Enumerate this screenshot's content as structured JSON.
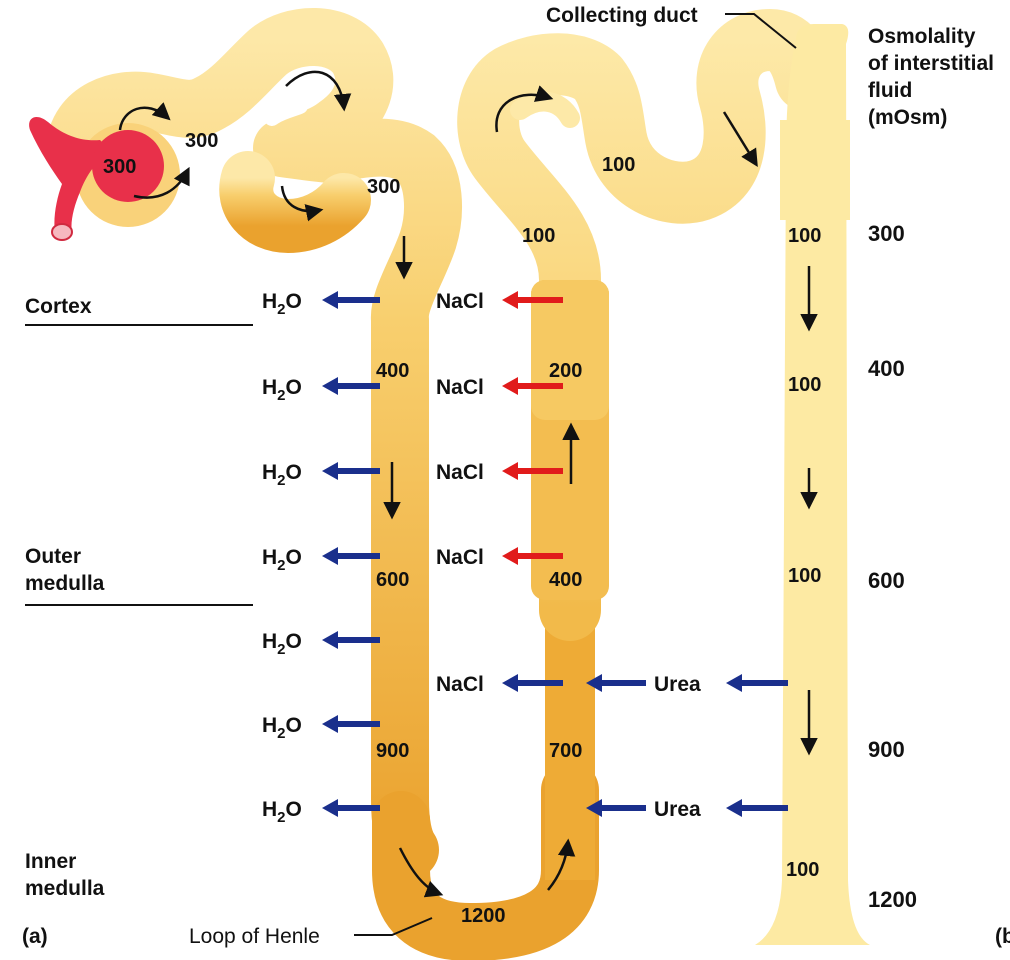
{
  "colors": {
    "tubule_light": "#fde59a",
    "tubule_dark": "#eaa22e",
    "duct": "#fdeaa3",
    "glomerulus": "#e8304a",
    "water_arrow": "#1a2f8c",
    "nacl_arrow": "#e11b1b"
  },
  "regions": {
    "cortex": "Cortex",
    "outer_medulla": [
      "Outer",
      "medulla"
    ],
    "inner_medulla": [
      "Inner",
      "medulla"
    ]
  },
  "header": {
    "collecting_duct": "Collecting duct",
    "osmolality": [
      "Osmolality",
      "of interstitial",
      "fluid",
      "(mOsm)"
    ]
  },
  "osmolality_scale": [
    "300",
    "400",
    "600",
    "900",
    "1200"
  ],
  "tubule_values": {
    "glomerulus": "300",
    "prox_1": "300",
    "prox_2": "300",
    "desc_400": "400",
    "desc_600": "600",
    "desc_900": "900",
    "loop_bottom": "1200",
    "asc_700": "700",
    "asc_400": "400",
    "asc_200": "200",
    "asc_100": "100",
    "distal_100": "100",
    "duct": [
      "100",
      "100",
      "100",
      "100"
    ]
  },
  "water": {
    "H": "H",
    "sub": "2",
    "O": "O"
  },
  "nacl": "NaCl",
  "urea": "Urea",
  "captions": {
    "panel": "(a)",
    "loop": "Loop of Henle",
    "next_panel": "(b"
  }
}
